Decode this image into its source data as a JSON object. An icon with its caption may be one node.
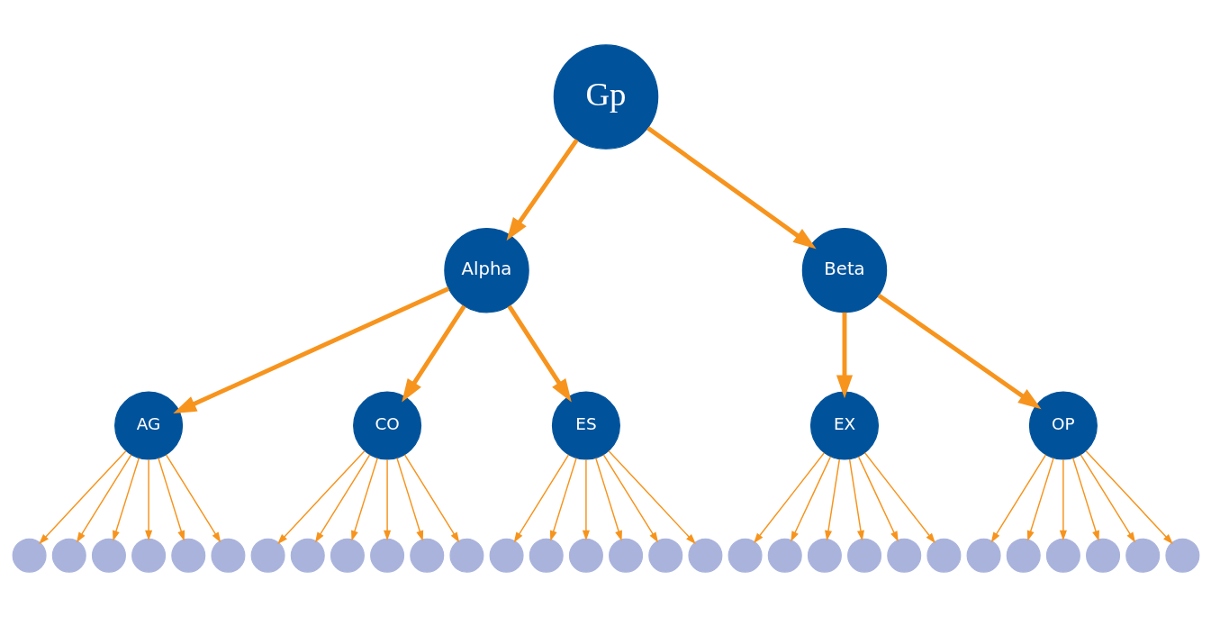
{
  "diagram": {
    "nodes": [
      {
        "text": [
          "Gp"
        ]
      },
      {
        "text": [
          "Alpha"
        ]
      },
      {
        "text": [
          "Beta"
        ]
      },
      {
        "text": [
          "AG"
        ]
      },
      {
        "text": [
          "CO"
        ]
      },
      {
        "text": [
          "ES"
        ]
      },
      {
        "text": [
          "EX"
        ]
      },
      {
        "text": [
          "OP"
        ]
      },
      {
        "text": [],
        "shape": "circle"
      },
      {
        "text": [],
        "shape": "circle"
      },
      {
        "text": [],
        "shape": "circle"
      },
      {
        "text": [],
        "shape": "circle"
      },
      {
        "text": [],
        "shape": "circle"
      },
      {
        "text": [],
        "shape": "circle"
      },
      {
        "text": [],
        "shape": "circle"
      },
      {
        "text": [],
        "shape": "circle"
      },
      {
        "text": [],
        "shape": "circle"
      },
      {
        "text": [],
        "shape": "circle"
      },
      {
        "text": [],
        "shape": "circle"
      },
      {
        "text": [],
        "shape": "circle"
      },
      {
        "text": [],
        "shape": "circle"
      },
      {
        "text": [],
        "shape": "circle"
      },
      {
        "text": [],
        "shape": "circle"
      },
      {
        "text": [],
        "shape": "circle"
      },
      {
        "text": [],
        "shape": "circle"
      },
      {
        "text": [],
        "shape": "circle"
      },
      {
        "text": [],
        "shape": "circle"
      },
      {
        "text": [],
        "shape": "circle"
      },
      {
        "text": [],
        "shape": "circle"
      },
      {
        "text": [],
        "shape": "circle"
      },
      {
        "text": [],
        "shape": "circle"
      },
      {
        "text": [],
        "shape": "circle"
      },
      {
        "text": [],
        "shape": "circle"
      },
      {
        "text": [],
        "shape": "circle"
      },
      {
        "text": [],
        "shape": "circle"
      },
      {
        "text": [],
        "shape": "circle"
      },
      {
        "text": [],
        "shape": "circle"
      },
      {
        "text": [],
        "shape": "circle"
      }
    ],
    "edges": [
      {
        "from": 0,
        "to": 1,
        "arrow": "to",
        "style": "thick"
      },
      {
        "from": 0,
        "to": 2,
        "arrow": "to",
        "style": "thick"
      },
      {
        "from": 1,
        "to": 3,
        "arrow": "to",
        "style": "thick"
      },
      {
        "from": 1,
        "to": 4,
        "arrow": "to",
        "style": "thick"
      },
      {
        "from": 1,
        "to": 5,
        "arrow": "to",
        "style": "thick"
      },
      {
        "from": 2,
        "to": 6,
        "arrow": "to",
        "style": "thick"
      },
      {
        "from": 2,
        "to": 7,
        "arrow": "to",
        "style": "thick"
      },
      {
        "from": 3,
        "to": 8,
        "arrow": "to"
      },
      {
        "from": 3,
        "to": 9,
        "arrow": "to"
      },
      {
        "from": 3,
        "to": 10,
        "arrow": "to"
      },
      {
        "from": 3,
        "to": 11,
        "arrow": "to"
      },
      {
        "from": 3,
        "to": 12,
        "arrow": "to"
      },
      {
        "from": 3,
        "to": 13,
        "arrow": "to"
      },
      {
        "from": 4,
        "to": 14,
        "arrow": "to"
      },
      {
        "from": 4,
        "to": 15,
        "arrow": "to"
      },
      {
        "from": 4,
        "to": 16,
        "arrow": "to"
      },
      {
        "from": 4,
        "to": 17,
        "arrow": "to"
      },
      {
        "from": 4,
        "to": 18,
        "arrow": "to"
      },
      {
        "from": 4,
        "to": 19,
        "arrow": "to"
      },
      {
        "from": 5,
        "to": 20,
        "arrow": "to"
      },
      {
        "from": 5,
        "to": 21,
        "arrow": "to"
      },
      {
        "from": 5,
        "to": 22,
        "arrow": "to"
      },
      {
        "from": 5,
        "to": 23,
        "arrow": "to"
      },
      {
        "from": 5,
        "to": 24,
        "arrow": "to"
      },
      {
        "from": 5,
        "to": 25,
        "arrow": "to"
      },
      {
        "from": 6,
        "to": 26,
        "arrow": "to"
      },
      {
        "from": 6,
        "to": 27,
        "arrow": "to"
      },
      {
        "from": 6,
        "to": 28,
        "arrow": "to"
      },
      {
        "from": 6,
        "to": 29,
        "arrow": "to"
      },
      {
        "from": 6,
        "to": 30,
        "arrow": "to"
      },
      {
        "from": 6,
        "to": 31,
        "arrow": "to"
      },
      {
        "from": 7,
        "to": 32,
        "arrow": "to"
      },
      {
        "from": 7,
        "to": 33,
        "arrow": "to"
      },
      {
        "from": 7,
        "to": 34,
        "arrow": "to"
      },
      {
        "from": 7,
        "to": 35,
        "arrow": "to"
      },
      {
        "from": 7,
        "to": 36,
        "arrow": "to"
      },
      {
        "from": 7,
        "to": 37,
        "arrow": "to"
      }
    ]
  }
}
